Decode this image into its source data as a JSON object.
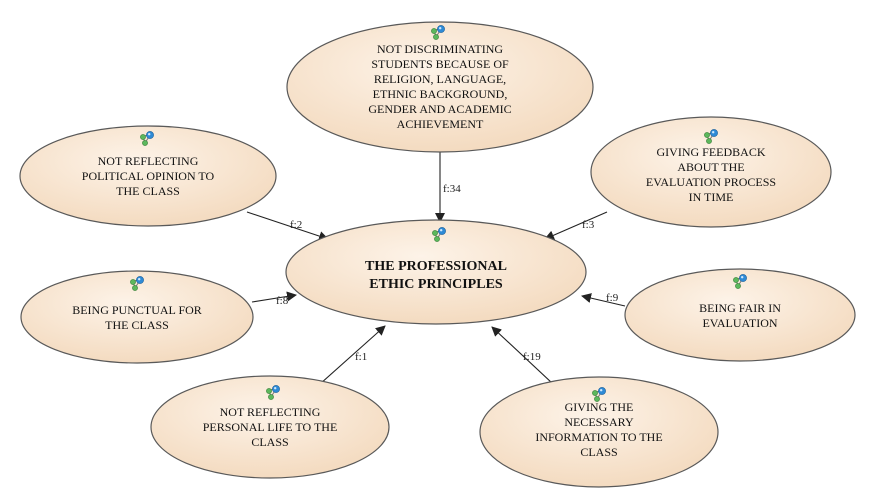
{
  "colors": {
    "node_fill_light": "#fdf3e8",
    "node_fill_dark": "#f3d9bd",
    "node_stroke": "#595959",
    "edge_stroke": "#222222",
    "icon_primary": "#2e8ad6",
    "icon_secondary": "#5cb85c"
  },
  "center": {
    "label": "THE PROFESSIONAL\nETHIC PRINCIPLES",
    "icon": "network-nodes-icon"
  },
  "nodes": [
    {
      "id": "discrimination",
      "label": "NOT DISCRIMINATING\nSTUDENTS BECAUSE OF\nRELIGION, LANGUAGE,\nETHNIC BACKGROUND,\nGENDER AND ACADEMIC\nACHIEVEMENT",
      "icon": "network-nodes-icon"
    },
    {
      "id": "political",
      "label": "NOT REFLECTING\nPOLITICAL OPINION TO\nTHE CLASS",
      "icon": "network-nodes-icon"
    },
    {
      "id": "feedback",
      "label": "GIVING FEEDBACK\nABOUT THE\nEVALUATION PROCESS\nIN TIME",
      "icon": "network-nodes-icon"
    },
    {
      "id": "punctual",
      "label": "BEING PUNCTUAL FOR\nTHE CLASS",
      "icon": "network-nodes-icon"
    },
    {
      "id": "fair",
      "label": "BEING FAIR IN\nEVALUATION",
      "icon": "network-nodes-icon"
    },
    {
      "id": "personal",
      "label": "NOT REFLECTING\nPERSONAL LIFE TO THE\nCLASS",
      "icon": "network-nodes-icon"
    },
    {
      "id": "information",
      "label": "GIVING THE\nNECESSARY\nINFORMATION TO THE\nCLASS",
      "icon": "network-nodes-icon"
    }
  ],
  "edges": [
    {
      "from": "discrimination",
      "label": "f:34"
    },
    {
      "from": "political",
      "label": "f:2"
    },
    {
      "from": "feedback",
      "label": "f:3"
    },
    {
      "from": "punctual",
      "label": "f:8"
    },
    {
      "from": "fair",
      "label": "f:9"
    },
    {
      "from": "personal",
      "label": "f:1"
    },
    {
      "from": "information",
      "label": "f:19"
    }
  ]
}
